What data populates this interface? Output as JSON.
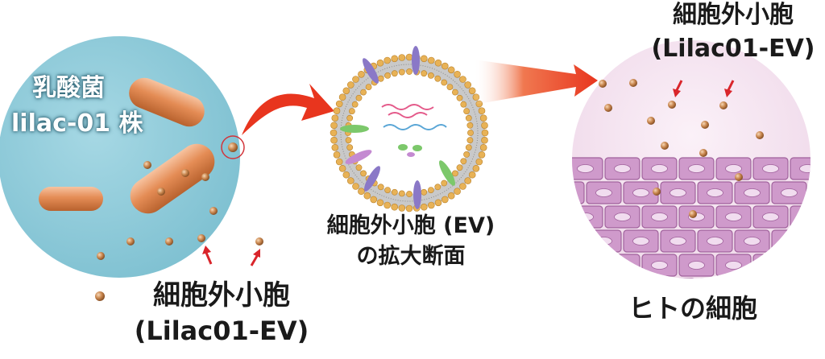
{
  "bacteria": {
    "name_line1": "乳酸菌",
    "name_line2": "lilac-01 株"
  },
  "ev_legend": {
    "line1": "細胞外小胞",
    "line2": "(Lilac01-EV)"
  },
  "ev_cross_section": {
    "line1": "細胞外小胞 (EV)",
    "line2": "の拡大断面"
  },
  "human_ev": {
    "line1": "細胞外小胞",
    "line2": "(Lilac01-EV)"
  },
  "human_cells": {
    "label": "ヒトの細胞"
  },
  "colors": {
    "bacteria_bg": "#8fcbd9",
    "bacterium": "#e08a55",
    "ev_dot": "#c9874f",
    "arrow_red": "#e8351e",
    "human_bg": "#f4e4f0",
    "cell_fill": "#cf9acb",
    "cell_border": "#a0629c"
  }
}
